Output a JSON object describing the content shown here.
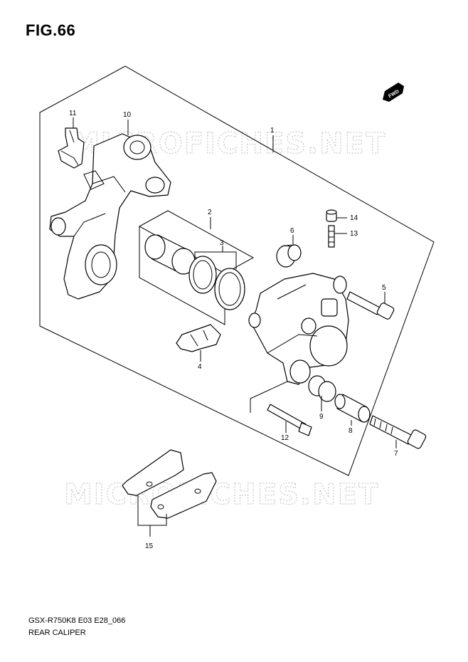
{
  "figure": {
    "title": "FIG.66"
  },
  "watermarks": [
    "MICROFICHES.NET",
    "MICROFICHES.NET"
  ],
  "fwd_badge": "FWD",
  "callouts": {
    "c1": "1",
    "c2": "2",
    "c3": "3",
    "c4": "4",
    "c5": "5",
    "c6": "6",
    "c7": "7",
    "c8": "8",
    "c9": "9",
    "c10": "10",
    "c11": "11",
    "c12": "12",
    "c13": "13",
    "c14": "14",
    "c15": "15"
  },
  "footer": {
    "model_code": "GSX-R750K8 E03 E28_066",
    "subtitle": "REAR CALIPER"
  }
}
